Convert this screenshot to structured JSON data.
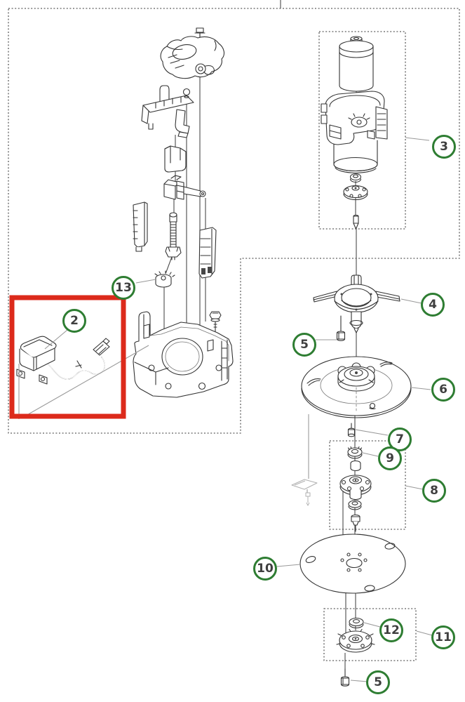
{
  "diagram": {
    "kind": "exploded-parts-diagram",
    "callouts": [
      {
        "label": "2"
      },
      {
        "label": "3"
      },
      {
        "label": "4"
      },
      {
        "label": "5"
      },
      {
        "label": "6"
      },
      {
        "label": "7"
      },
      {
        "label": "9"
      },
      {
        "label": "8"
      },
      {
        "label": "10"
      },
      {
        "label": "12"
      },
      {
        "label": "11"
      },
      {
        "label": "5"
      },
      {
        "label": "13"
      }
    ],
    "highlighted_callout": "2",
    "grouped_callouts": [
      "3",
      "8",
      "11"
    ],
    "colors": {
      "callout_green": "#2e7d32",
      "highlight_red": "#dc2a1b",
      "line_ink": "#333333",
      "leader_gray": "#999999",
      "dash_gray": "#5f5f5f",
      "background": "#ffffff"
    }
  }
}
